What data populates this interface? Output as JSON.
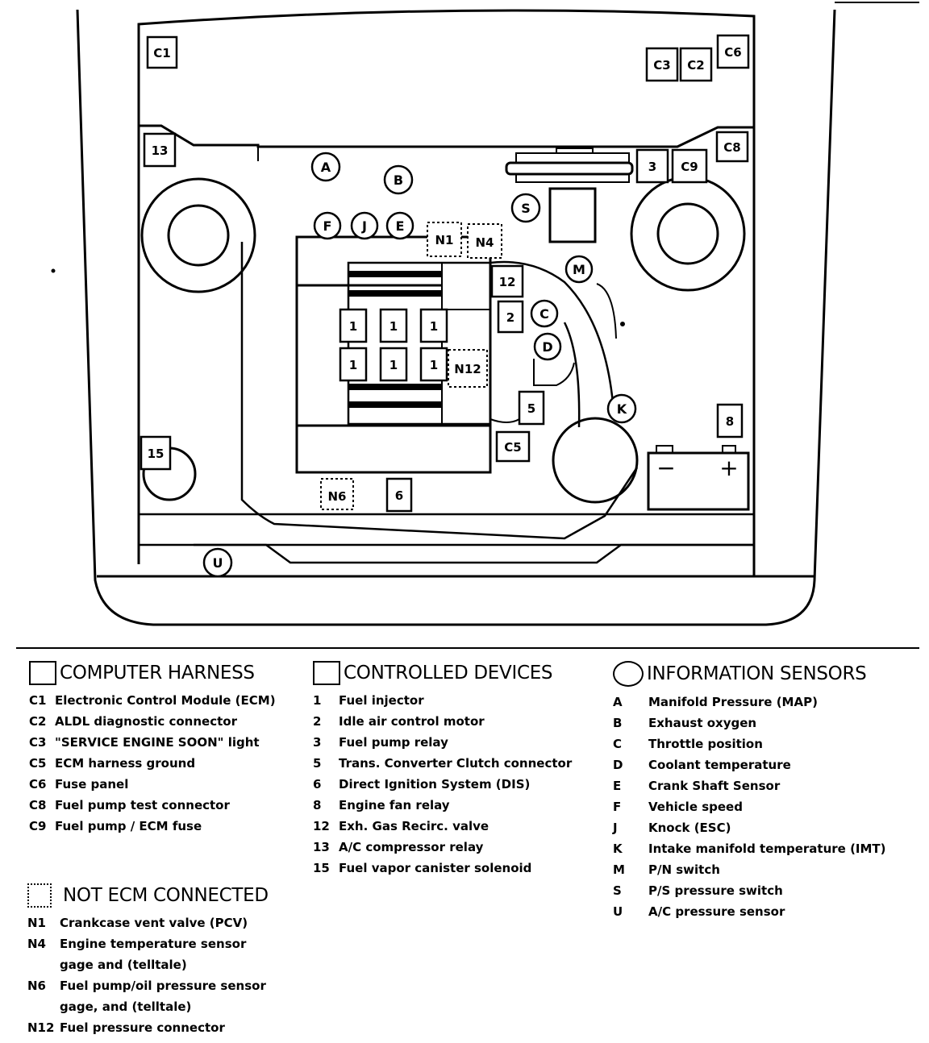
{
  "diagram": {
    "square_labels": {
      "c1": "C1",
      "c3": "C3",
      "c2": "C2",
      "c6": "C6",
      "c8": "C8",
      "c9": "C9",
      "r3": "3",
      "r13": "13",
      "r12": "12",
      "r2": "2",
      "r5": "5",
      "r8": "8",
      "r15": "15",
      "r6": "6",
      "c5": "C5",
      "inj": [
        "1",
        "1",
        "1",
        "1",
        "1",
        "1"
      ]
    },
    "dotted_labels": {
      "n1": "N1",
      "n4": "N4",
      "n12": "N12",
      "n6": "N6"
    },
    "circle_labels": {
      "a": "A",
      "b": "B",
      "s": "S",
      "f": "F",
      "j": "J",
      "e": "E",
      "m": "M",
      "c": "C",
      "d": "D",
      "k": "K",
      "u": "U"
    },
    "battery": {
      "minus": "−",
      "plus": "+"
    }
  },
  "legend": {
    "computer_harness": {
      "heading": "COMPUTER HARNESS",
      "items": [
        {
          "code": "C1",
          "label": "Electronic Control Module (ECM)"
        },
        {
          "code": "C2",
          "label": "ALDL diagnostic connector"
        },
        {
          "code": "C3",
          "label": "\"SERVICE ENGINE SOON\" light"
        },
        {
          "code": "C5",
          "label": "ECM harness ground"
        },
        {
          "code": "C6",
          "label": "Fuse panel"
        },
        {
          "code": "C8",
          "label": "Fuel pump test connector"
        },
        {
          "code": "C9",
          "label": "Fuel pump / ECM fuse"
        }
      ]
    },
    "not_ecm": {
      "heading": "NOT ECM CONNECTED",
      "items": [
        {
          "code": "N1",
          "label": "Crankcase vent valve (PCV)"
        },
        {
          "code": "N4",
          "label": "Engine temperature sensor gage and (telltale)"
        },
        {
          "code": "N6",
          "label": "Fuel pump/oil pressure sensor gage, and (telltale)"
        },
        {
          "code": "N12",
          "label": "Fuel pressure connector"
        }
      ]
    },
    "controlled_devices": {
      "heading": "CONTROLLED DEVICES",
      "items": [
        {
          "code": "1",
          "label": "Fuel injector"
        },
        {
          "code": "2",
          "label": "Idle air control motor"
        },
        {
          "code": "3",
          "label": "Fuel pump relay"
        },
        {
          "code": "5",
          "label": "Trans. Converter Clutch connector"
        },
        {
          "code": "6",
          "label": "Direct Ignition System  (DIS)"
        },
        {
          "code": "8",
          "label": "Engine fan relay"
        },
        {
          "code": "12",
          "label": "Exh. Gas Recirc. valve"
        },
        {
          "code": "13",
          "label": "A/C compressor relay"
        },
        {
          "code": "15",
          "label": "Fuel vapor canister solenoid"
        }
      ]
    },
    "information_sensors": {
      "heading": "INFORMATION SENSORS",
      "items": [
        {
          "code": "A",
          "label": "Manifold Pressure (MAP)"
        },
        {
          "code": "B",
          "label": "Exhaust oxygen"
        },
        {
          "code": "C",
          "label": "Throttle position"
        },
        {
          "code": "D",
          "label": "Coolant temperature"
        },
        {
          "code": "E",
          "label": "Crank Shaft Sensor"
        },
        {
          "code": "F",
          "label": "Vehicle speed"
        },
        {
          "code": "J",
          "label": "Knock (ESC)"
        },
        {
          "code": "K",
          "label": "Intake manifold temperature (IMT)"
        },
        {
          "code": "M",
          "label": "P/N switch"
        },
        {
          "code": "S",
          "label": "P/S pressure switch"
        },
        {
          "code": "U",
          "label": "A/C pressure sensor"
        }
      ]
    }
  }
}
